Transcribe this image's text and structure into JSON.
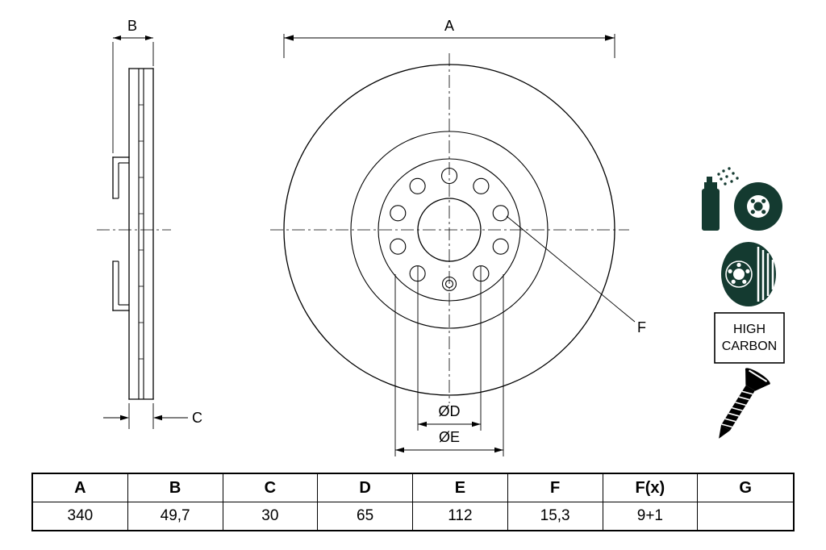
{
  "drawing": {
    "labels": {
      "a": "A",
      "b": "B",
      "c": "C",
      "d": "ØD",
      "e": "ØE",
      "f": "F"
    },
    "colors": {
      "line": "#000000",
      "icon_dark": "#143a30",
      "screw": "#000000",
      "background": "#ffffff"
    }
  },
  "icons": {
    "high_carbon_line1": "HIGH",
    "high_carbon_line2": "CARBON"
  },
  "spec_table": {
    "headers": [
      "A",
      "B",
      "C",
      "D",
      "E",
      "F",
      "F(x)",
      "G"
    ],
    "values": [
      "340",
      "49,7",
      "30",
      "65",
      "112",
      "15,3",
      "9+1",
      ""
    ]
  }
}
